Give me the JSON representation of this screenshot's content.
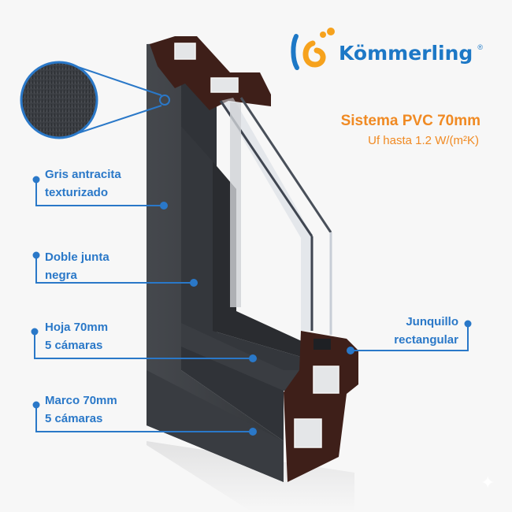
{
  "brand": {
    "name": "Kömmerling",
    "registered_mark": "®",
    "color": "#1d78c6",
    "logo_icon": "komerling-swirl-logo-icon"
  },
  "spec": {
    "title": "Sistema PVC 70mm",
    "subtitle": "Uf hasta 1.2 W/(m²K)",
    "color": "#f08a23"
  },
  "callouts": [
    {
      "id": "gris",
      "line1": "Gris antracita",
      "line2": "texturizado"
    },
    {
      "id": "junta",
      "line1": "Doble junta",
      "line2": "negra"
    },
    {
      "id": "hoja",
      "line1": "Hoja 70mm",
      "line2": "5 cámaras"
    },
    {
      "id": "marco",
      "line1": "Marco 70mm",
      "line2": "5 cámaras"
    },
    {
      "id": "junquillo",
      "line1": "Junquillo",
      "line2": "rectangular"
    }
  ],
  "colors": {
    "callout_blue": "#2a78c8",
    "frame_anthracite": "#3a3d42",
    "profile_brown": "#3e1f19",
    "background": "#f7f7f7"
  },
  "texture_zoom": {
    "icon": "texture-magnifier-icon"
  }
}
